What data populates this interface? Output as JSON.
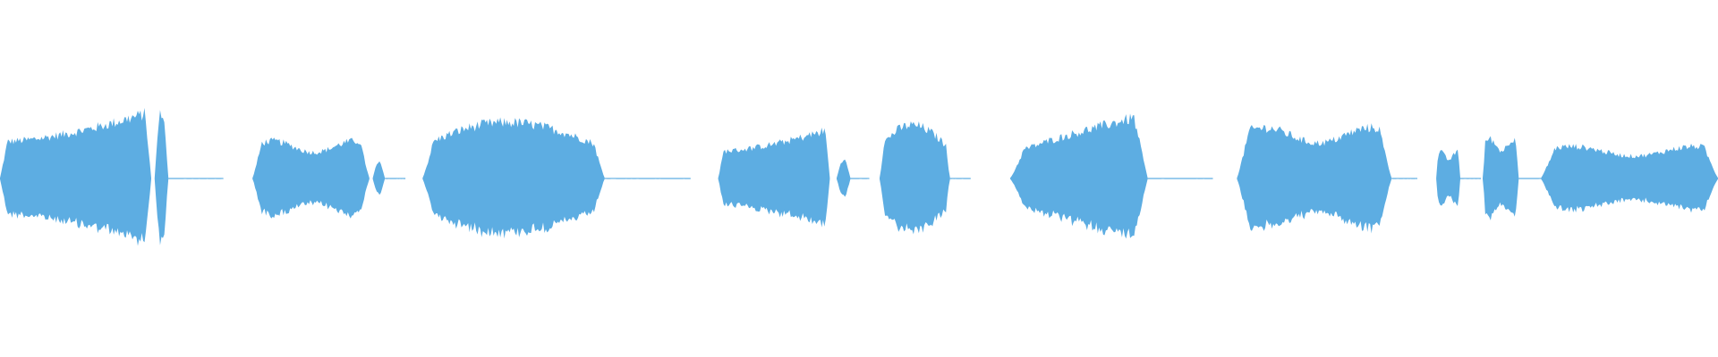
{
  "waveform": {
    "color": "#5dade2",
    "background": "#ffffff",
    "segments": [
      {
        "start": 0.0,
        "end": 0.088,
        "peak": 0.5,
        "shape": "rise_to_spike"
      },
      {
        "start": 0.09,
        "end": 0.098,
        "peak": 0.5,
        "shape": "blip"
      },
      {
        "start": 0.098,
        "end": 0.13,
        "peak": 0.01,
        "shape": "flat"
      },
      {
        "start": 0.147,
        "end": 0.215,
        "peak": 0.28,
        "shape": "plateau"
      },
      {
        "start": 0.217,
        "end": 0.224,
        "peak": 0.12,
        "shape": "blip"
      },
      {
        "start": 0.224,
        "end": 0.236,
        "peak": 0.01,
        "shape": "flat"
      },
      {
        "start": 0.246,
        "end": 0.352,
        "peak": 0.42,
        "shape": "swell"
      },
      {
        "start": 0.352,
        "end": 0.402,
        "peak": 0.01,
        "shape": "flat"
      },
      {
        "start": 0.418,
        "end": 0.483,
        "peak": 0.37,
        "shape": "rise_to_spike"
      },
      {
        "start": 0.487,
        "end": 0.495,
        "peak": 0.14,
        "shape": "blip"
      },
      {
        "start": 0.495,
        "end": 0.506,
        "peak": 0.01,
        "shape": "flat"
      },
      {
        "start": 0.512,
        "end": 0.553,
        "peak": 0.4,
        "shape": "swell"
      },
      {
        "start": 0.553,
        "end": 0.565,
        "peak": 0.01,
        "shape": "flat"
      },
      {
        "start": 0.588,
        "end": 0.668,
        "peak": 0.48,
        "shape": "rise"
      },
      {
        "start": 0.668,
        "end": 0.706,
        "peak": 0.01,
        "shape": "flat"
      },
      {
        "start": 0.72,
        "end": 0.81,
        "peak": 0.38,
        "shape": "plateau"
      },
      {
        "start": 0.81,
        "end": 0.825,
        "peak": 0.01,
        "shape": "flat"
      },
      {
        "start": 0.836,
        "end": 0.85,
        "peak": 0.2,
        "shape": "plateau"
      },
      {
        "start": 0.85,
        "end": 0.862,
        "peak": 0.01,
        "shape": "flat"
      },
      {
        "start": 0.863,
        "end": 0.884,
        "peak": 0.3,
        "shape": "plateau"
      },
      {
        "start": 0.884,
        "end": 0.897,
        "peak": 0.01,
        "shape": "flat"
      },
      {
        "start": 0.897,
        "end": 1.0,
        "peak": 0.24,
        "shape": "plateau"
      }
    ]
  }
}
